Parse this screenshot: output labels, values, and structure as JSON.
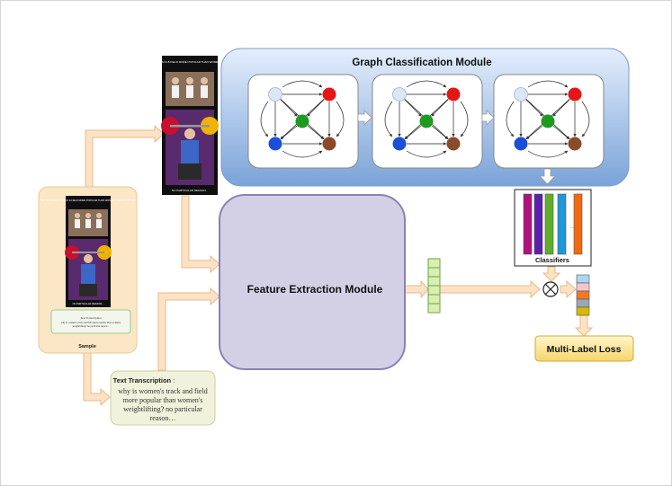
{
  "graph_module": {
    "title": "Graph Classification Module"
  },
  "feature_module": {
    "title": "Feature Extraction Module"
  },
  "classifiers": {
    "label": "Classifiers",
    "ellipsis": "...."
  },
  "loss": {
    "label": "Multi-Label Loss"
  },
  "sample": {
    "label": "Sample",
    "caption_line1": "Text Transcription",
    "caption_line2": "why is women's track and field more popular than women's",
    "caption_line3": "weightlifting? no particular reason..."
  },
  "meme": {
    "top_text": "WHY IS WOMEN'S TRACK & FIELD MORE POPULAR THAN WOMEN'S WEIGHTLIFTING?",
    "bottom_text": "NO PARTICULAR REASON..."
  },
  "transcription": {
    "title": "Text Transcription",
    "title_suffix": " :",
    "line1": "why is women's track and field",
    "line2": "more popular than women's",
    "line3": "weightlifting? no particular",
    "line4": "reason…"
  },
  "colors": {
    "node_light": "#dce6f5",
    "node_red": "#e51616",
    "node_green": "#1f9a1f",
    "node_blue": "#1b4fd8",
    "node_brown": "#8b4a2b",
    "bars": [
      "#b0127d",
      "#5b1fae",
      "#5fae2a",
      "#1e98d8",
      "#f26a0f"
    ],
    "result_cells": [
      "#a8d8f0",
      "#f4c6cf",
      "#f07a22",
      "#9aa7b8",
      "#d7b800"
    ]
  }
}
